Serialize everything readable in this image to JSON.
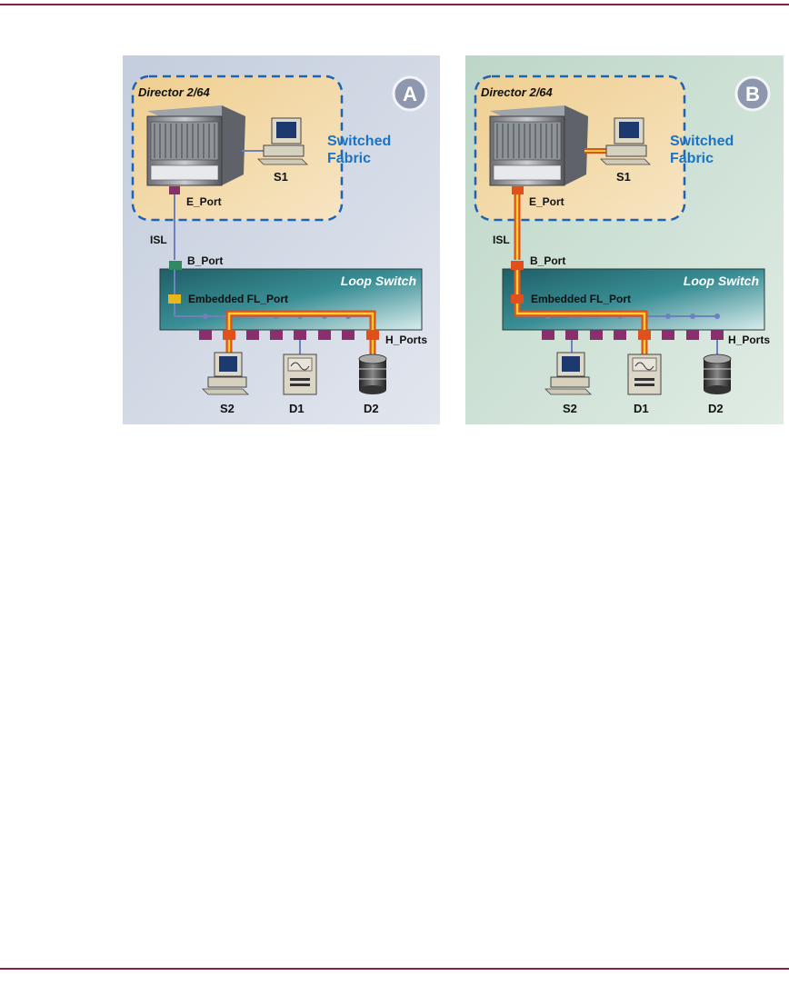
{
  "colors": {
    "rule": "#8c1c48",
    "panel_a_bg": "#ced6e3",
    "panel_b_bg": "#cfe1d6",
    "fabric_fill": "#f4dfb4",
    "fabric_border": "#1e62b3",
    "switch_body": "#2f7e84",
    "port_purple": "#8a2f6e",
    "port_green": "#2f8a63",
    "port_yellow": "#e8b818",
    "port_orange": "#e0501c",
    "path_outer": "#e0501c",
    "path_inner": "#f8d030",
    "wire": "#6f80bd",
    "text_blue": "#1b73c4"
  },
  "panels": [
    {
      "badge": "A",
      "director_label": "Director 2/64",
      "fabric_label": [
        "Switched",
        "Fabric"
      ],
      "s1_label": "S1",
      "eport_label": "E_Port",
      "isl_label": "ISL",
      "bport_label": "B_Port",
      "loop_switch_label": "Loop Switch",
      "embedded_label": "Embedded FL_Port",
      "hports_label": "H_Ports",
      "devices": [
        {
          "label": "S2",
          "icon": "computer-icon"
        },
        {
          "label": "D1",
          "icon": "server-icon"
        },
        {
          "label": "D2",
          "icon": "disk-icon"
        }
      ]
    },
    {
      "badge": "B",
      "director_label": "Director 2/64",
      "fabric_label": [
        "Switched",
        "Fabric"
      ],
      "s1_label": "S1",
      "eport_label": "E_Port",
      "isl_label": "ISL",
      "bport_label": "B_Port",
      "loop_switch_label": "Loop Switch",
      "embedded_label": "Embedded FL_Port",
      "hports_label": "H_Ports",
      "devices": [
        {
          "label": "S2",
          "icon": "computer-icon"
        },
        {
          "label": "D1",
          "icon": "server-icon"
        },
        {
          "label": "D2",
          "icon": "disk-icon"
        }
      ]
    }
  ]
}
